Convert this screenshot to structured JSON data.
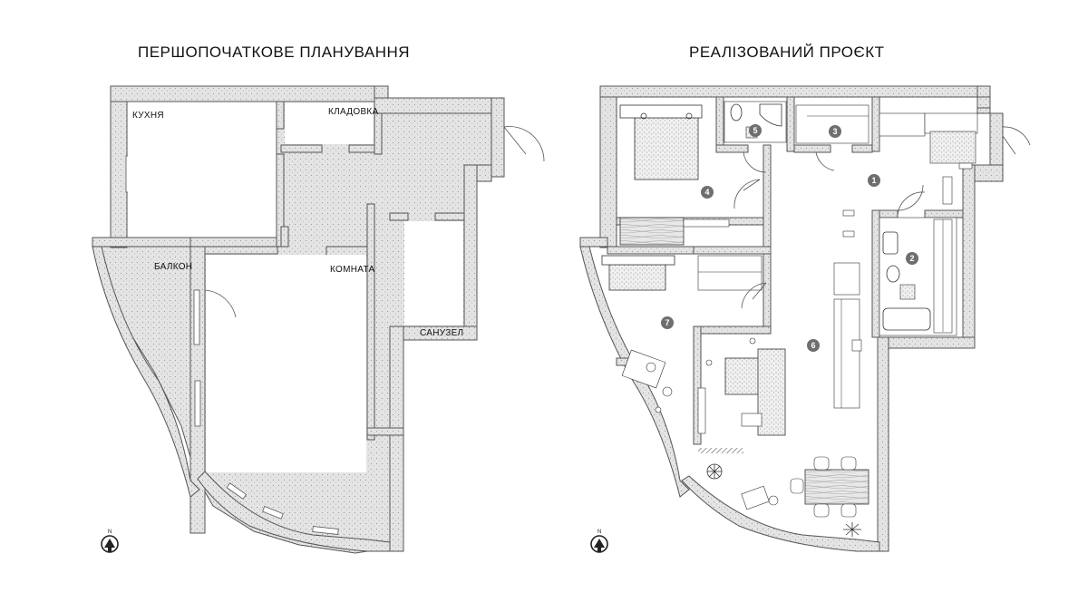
{
  "titles": {
    "left": "ПЕРШОПОЧАТКОВЕ ПЛАНУВАННЯ",
    "right": "РЕАЛІЗОВАНИЙ ПРОЄКТ"
  },
  "original_plan": {
    "rooms": {
      "kitchen": "КУХНЯ",
      "pantry": "КЛАДОВКА",
      "balcony": "БАЛКОН",
      "room": "КОМНАТА",
      "bathroom": "САНУЗЕЛ"
    }
  },
  "realized_plan": {
    "markers": [
      "1",
      "2",
      "3",
      "4",
      "5",
      "6",
      "7"
    ]
  },
  "north": {
    "label": "N",
    "icon": "north-arrow-icon"
  },
  "colors": {
    "wall_fill": "#e6e6e6",
    "wall_stroke": "#444444",
    "marker_fill": "#6e6e6e",
    "line": "#333333"
  }
}
